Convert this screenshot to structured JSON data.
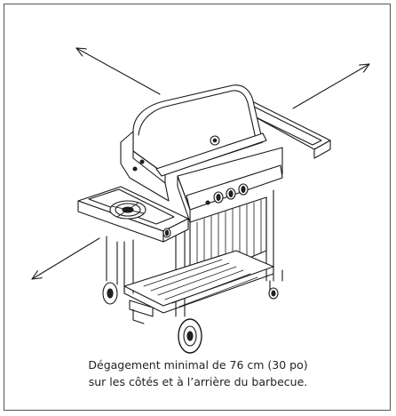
{
  "caption": {
    "line1": "Dégagement minimal de 76 cm (30 po)",
    "line2": "sur les côtés et à l’arrière du barbecue."
  },
  "colors": {
    "line": "#1a1a1a",
    "frame": "#555555",
    "fill_light": "#ffffff",
    "fill_dark": "#222222"
  },
  "icons": [
    "clearance-arrow-icon",
    "gas-grill-illustration",
    "side-burner-icon",
    "control-knob-icon"
  ]
}
